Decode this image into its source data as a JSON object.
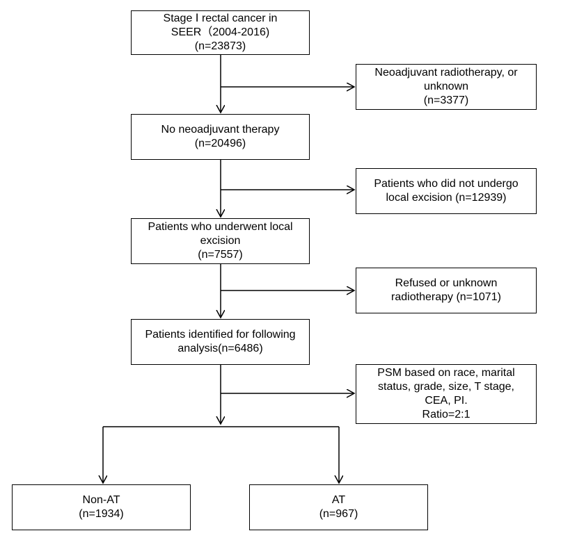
{
  "flowchart": {
    "main_steps": [
      {
        "lines": [
          "Stage Ⅰ rectal cancer in",
          "SEER（2004-2016)",
          "(n=23873)"
        ]
      },
      {
        "lines": [
          "No neoadjuvant therapy",
          "(n=20496)"
        ]
      },
      {
        "lines": [
          "Patients who underwent  local",
          "excision",
          "(n=7557)"
        ]
      },
      {
        "lines": [
          "Patients identified for following",
          "analysis(n=6486)"
        ]
      }
    ],
    "side_steps": [
      {
        "lines": [
          "Neoadjuvant radiotherapy, or",
          "unknown",
          "(n=3377)"
        ]
      },
      {
        "lines": [
          "Patients who did not undergo",
          "local excision (n=12939)"
        ]
      },
      {
        "lines": [
          "Refused or unknown",
          "radiotherapy (n=1071)"
        ]
      },
      {
        "lines": [
          "PSM based on race, marital",
          "status, grade, size, T stage,",
          "CEA, PI.",
          "Ratio=2:1"
        ]
      }
    ],
    "outcomes": [
      {
        "lines": [
          "Non-AT",
          "(n=1934)"
        ]
      },
      {
        "lines": [
          "AT",
          "(n=967)"
        ]
      }
    ]
  }
}
